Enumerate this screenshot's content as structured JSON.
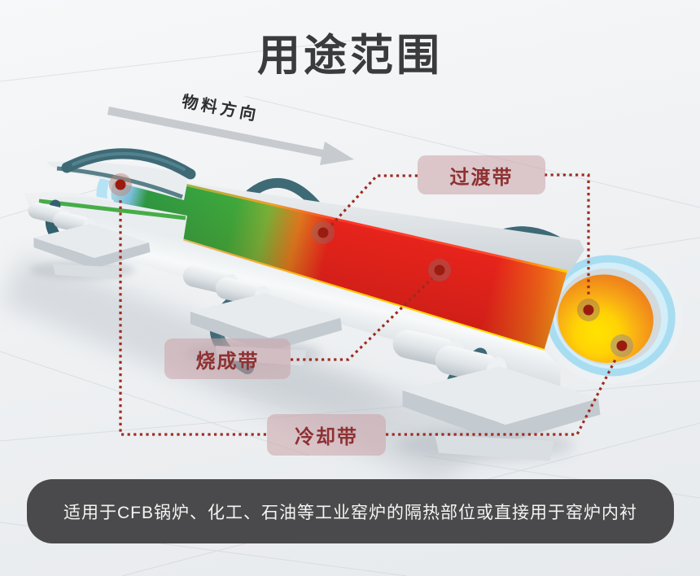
{
  "title": "用途范围",
  "arrow": {
    "label": "物料方向"
  },
  "zones": {
    "transition": {
      "label": "过渡带"
    },
    "firing": {
      "label": "烧成带"
    },
    "cooling": {
      "label": "冷却带"
    }
  },
  "footer": {
    "text": "适用于CFB锅炉、化工、石油等工业窑炉的隔热部位或直接用于窑炉内衬"
  },
  "colors": {
    "title_text": "#3b3b3d",
    "label_bg": "#e2cdd1",
    "label_text": "#8e3132",
    "connector_line": "#9e2b20",
    "marker_dot": "#9a1c11",
    "banner_bg": "#4a4a4c",
    "banner_text": "#f5f4f2",
    "zone_green": "#35a63f",
    "zone_red": "#e8231c",
    "zone_orange": "#ee7c17",
    "zone_yellow": "#ffe200",
    "lining_blue": "#a8ddf1",
    "ring_teal": "#3e6a76",
    "shell_gray": "#c9cfd4",
    "arrow_gray": "#c7cbcf"
  }
}
